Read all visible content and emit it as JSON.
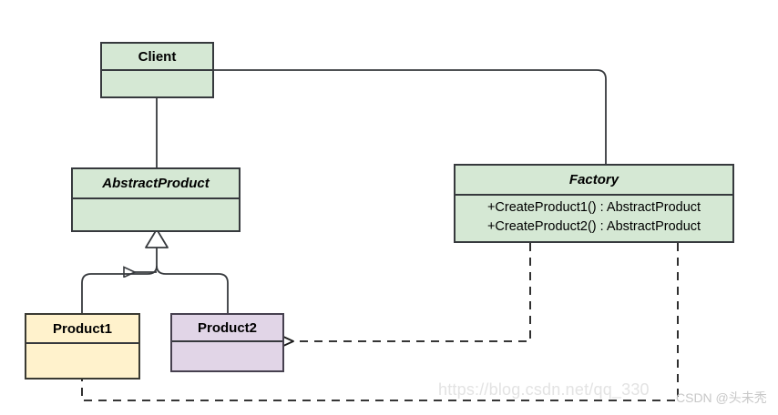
{
  "diagram": {
    "type": "uml-class-diagram",
    "title": "Factory Method pattern class diagram",
    "colors": {
      "green_fill": "#d5e8d4",
      "cream_fill": "#fff2cc",
      "purple_fill": "#e1d5e7",
      "stroke": "#36393d",
      "watermark_url": "#e3e3e3",
      "watermark_tag": "#c8c8c8"
    },
    "classes": [
      {
        "id": "client",
        "name": "Client",
        "stereotype": "concrete",
        "fill": "#d5e8d4",
        "members": []
      },
      {
        "id": "abstract_product",
        "name": "AbstractProduct",
        "stereotype": "abstract",
        "fill": "#d5e8d4",
        "members": []
      },
      {
        "id": "factory",
        "name": "Factory",
        "stereotype": "abstract",
        "fill": "#d5e8d4",
        "members": [
          "+CreateProduct1() : AbstractProduct",
          "+CreateProduct2() : AbstractProduct"
        ]
      },
      {
        "id": "product1",
        "name": "Product1",
        "stereotype": "concrete",
        "fill": "#fff2cc",
        "members": []
      },
      {
        "id": "product2",
        "name": "Product2",
        "stereotype": "concrete",
        "fill": "#e1d5e7",
        "members": []
      }
    ],
    "relationships": [
      {
        "id": "client-abstractproduct",
        "from": "client",
        "to": "abstract_product",
        "kind": "association",
        "line": "solid",
        "arrow": "none"
      },
      {
        "id": "client-factory",
        "from": "client",
        "to": "factory",
        "kind": "association",
        "line": "solid",
        "arrow": "none"
      },
      {
        "id": "product1-abstractproduct",
        "from": "product1",
        "to": "abstract_product",
        "kind": "generalization",
        "line": "solid",
        "arrow": "hollow-triangle"
      },
      {
        "id": "product2-abstractproduct",
        "from": "product2",
        "to": "abstract_product",
        "kind": "generalization",
        "line": "solid",
        "arrow": "hollow-triangle"
      },
      {
        "id": "factory-product2",
        "from": "factory",
        "to": "product2",
        "kind": "dependency",
        "line": "dashed",
        "arrow": "open"
      },
      {
        "id": "factory-product1",
        "from": "factory",
        "to": "product1",
        "kind": "dependency",
        "line": "dashed",
        "arrow": "open"
      }
    ]
  },
  "watermark": {
    "url": "https://blog.csdn.net/qq_330",
    "tag": "CSDN @头未秃"
  }
}
